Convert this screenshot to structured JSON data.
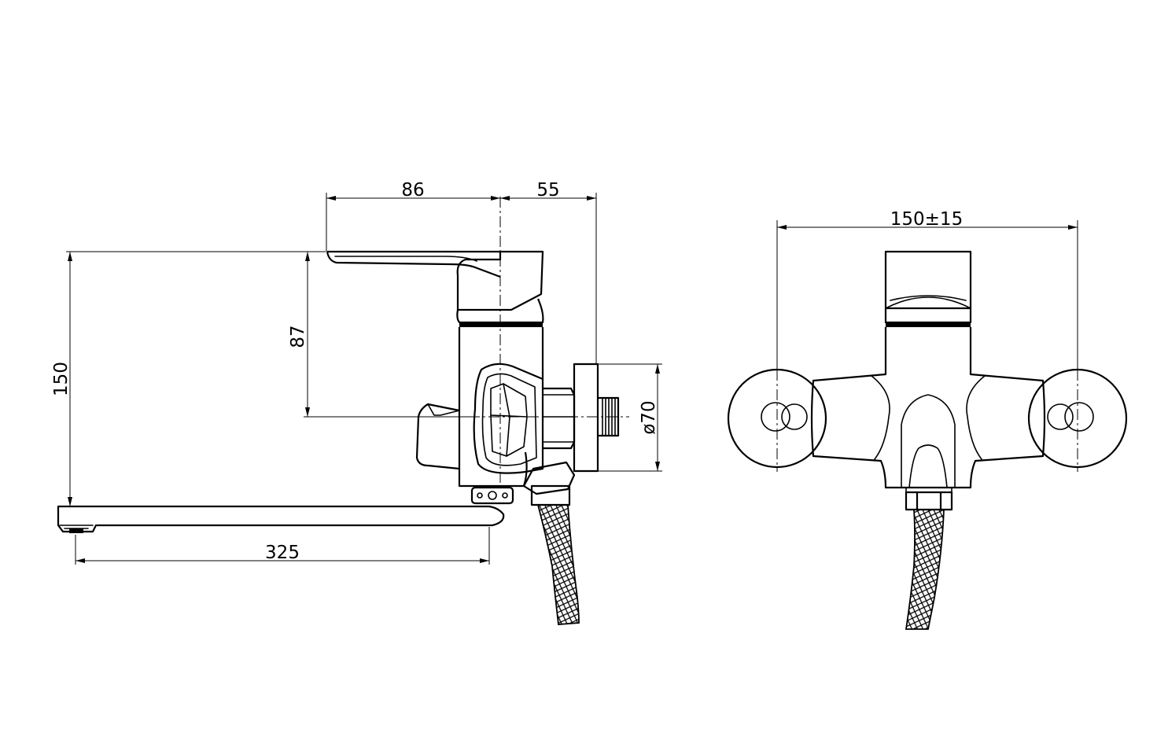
{
  "dimensions": {
    "top_span": "86",
    "offset": "55",
    "height_total": "150",
    "height_upper": "87",
    "flange_diameter": "ø70",
    "spout_reach": "325",
    "centers": "150±15"
  },
  "colors": {
    "line": "#000000",
    "background": "#ffffff"
  }
}
